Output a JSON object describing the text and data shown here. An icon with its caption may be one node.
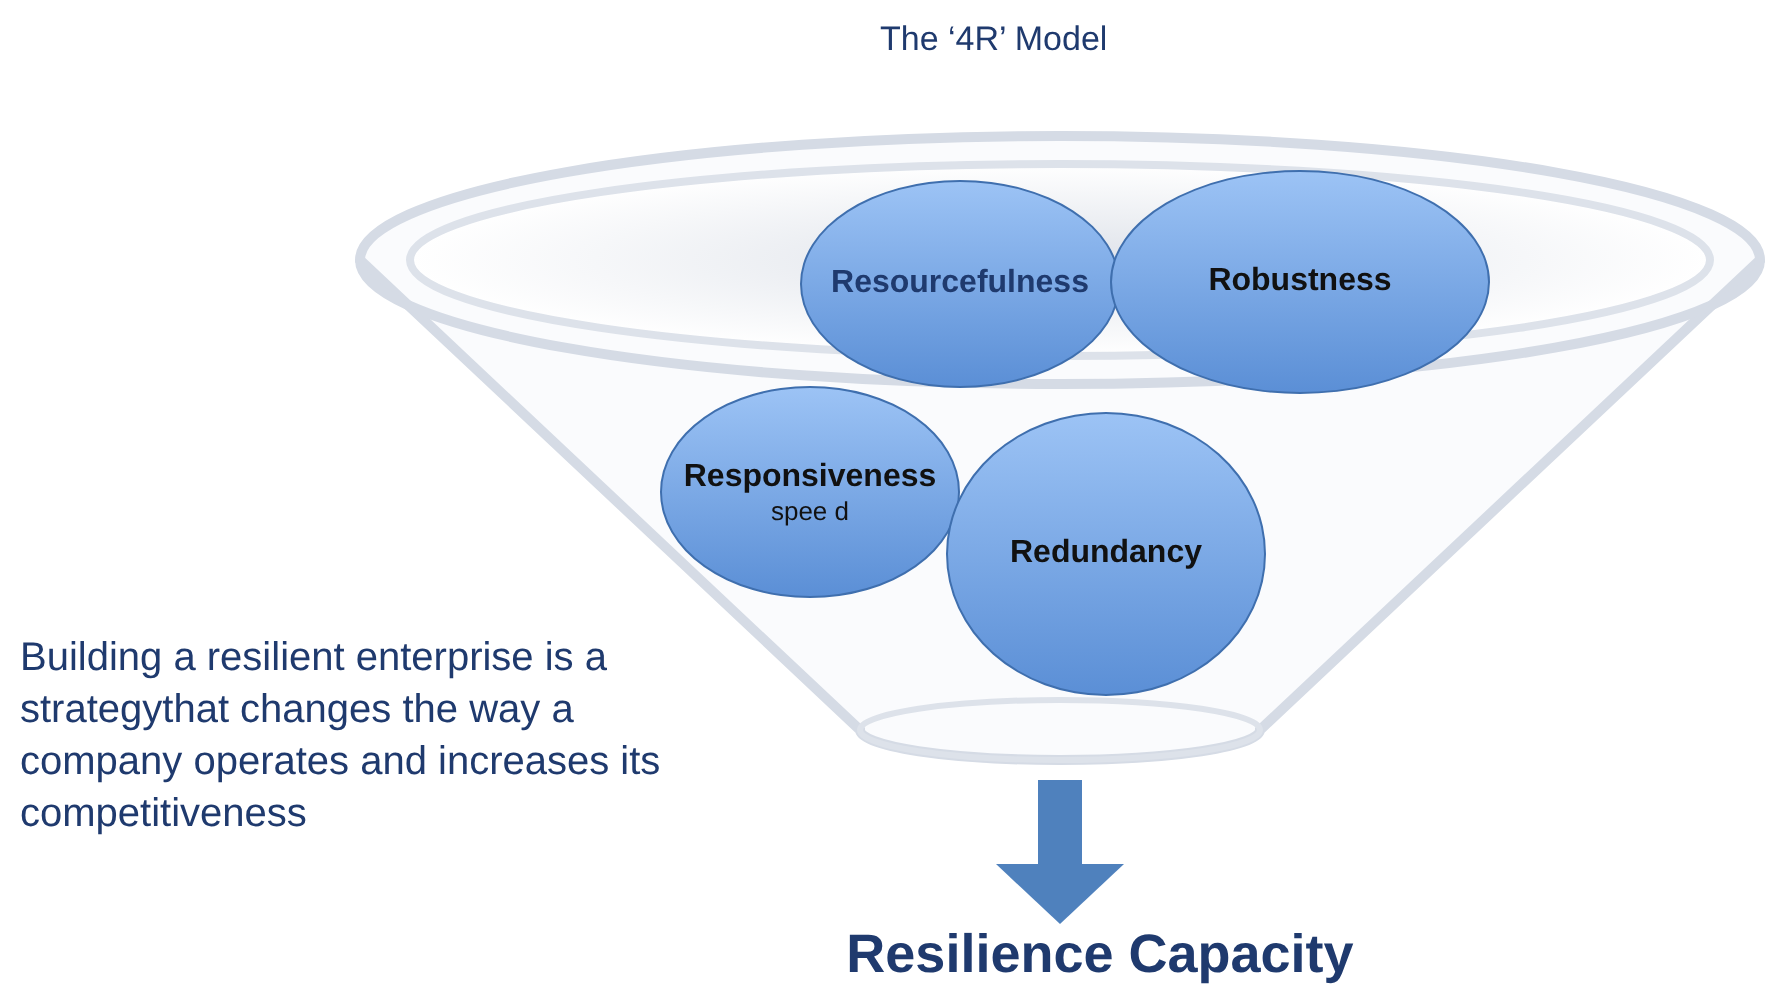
{
  "diagram": {
    "title": "The ‘4R’ Model",
    "nodes": [
      {
        "text": [],
        "shape": "funnel"
      },
      {
        "text": [
          "Resourcefulness"
        ],
        "in": 0
      },
      {
        "text": [
          "Robustness"
        ],
        "in": 0
      },
      {
        "text": [
          "Responsiveness",
          "spee d"
        ],
        "in": 0
      },
      {
        "text": [
          "Redundancy"
        ],
        "in": 0
      },
      {
        "text": [
          "Resilience Capacity"
        ]
      }
    ],
    "edges": [
      {
        "from": 0,
        "to": 5,
        "arrow": "to"
      }
    ],
    "labels": [
      "Building a resilient enterprise is a strategythat changes the way a company operates and increases its competitiveness"
    ]
  }
}
